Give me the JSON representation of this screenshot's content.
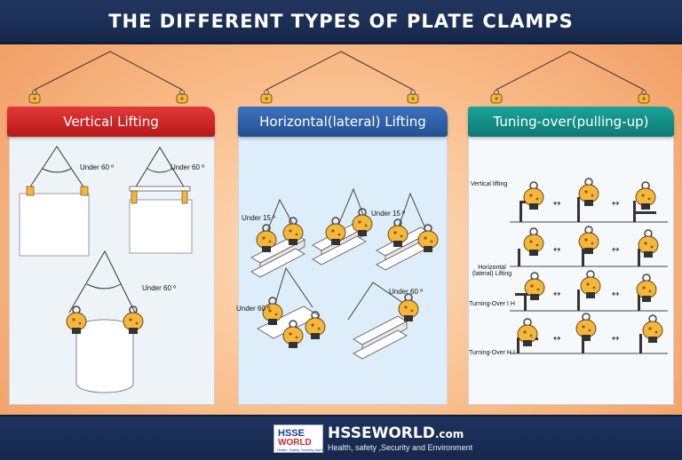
{
  "header": {
    "title": "THE DIFFERENT TYPES OF PLATE CLAMPS"
  },
  "sections": [
    {
      "title": "Vertical Lifting",
      "angles": [
        "Under 60 º",
        "Under 60 º",
        "Under 60 º"
      ]
    },
    {
      "title": "Horizontal(lateral) Lifting",
      "angles": [
        "Under 15 º",
        "Under 15 º",
        "Under 60 º",
        "Under 60 º"
      ]
    },
    {
      "title": "Tuning-over(pulling-up)",
      "rows": [
        "Vertical lifting",
        "Horizontal (lateral) Lifting",
        "Turning-Over Ⅰ H",
        "Turning-Over H Ⅰ"
      ]
    }
  ],
  "footer": {
    "logo_line1": "HSSE",
    "logo_line2": "WORLD",
    "logo_small": "Health, Safety, Security and Environment",
    "brand": "HSSEWORLD",
    "brand_suffix": ".com",
    "tagline": "Health, safety ,Security and Environment"
  },
  "colors": {
    "header_bg": "#1b2d54",
    "vertical_tab": "#c62020",
    "horizontal_tab": "#2d5ea6",
    "turning_tab": "#12908a",
    "clamp": "#f5b73b"
  },
  "icons": [
    "clamp-icon",
    "hook-icon",
    "arrow-icon"
  ]
}
